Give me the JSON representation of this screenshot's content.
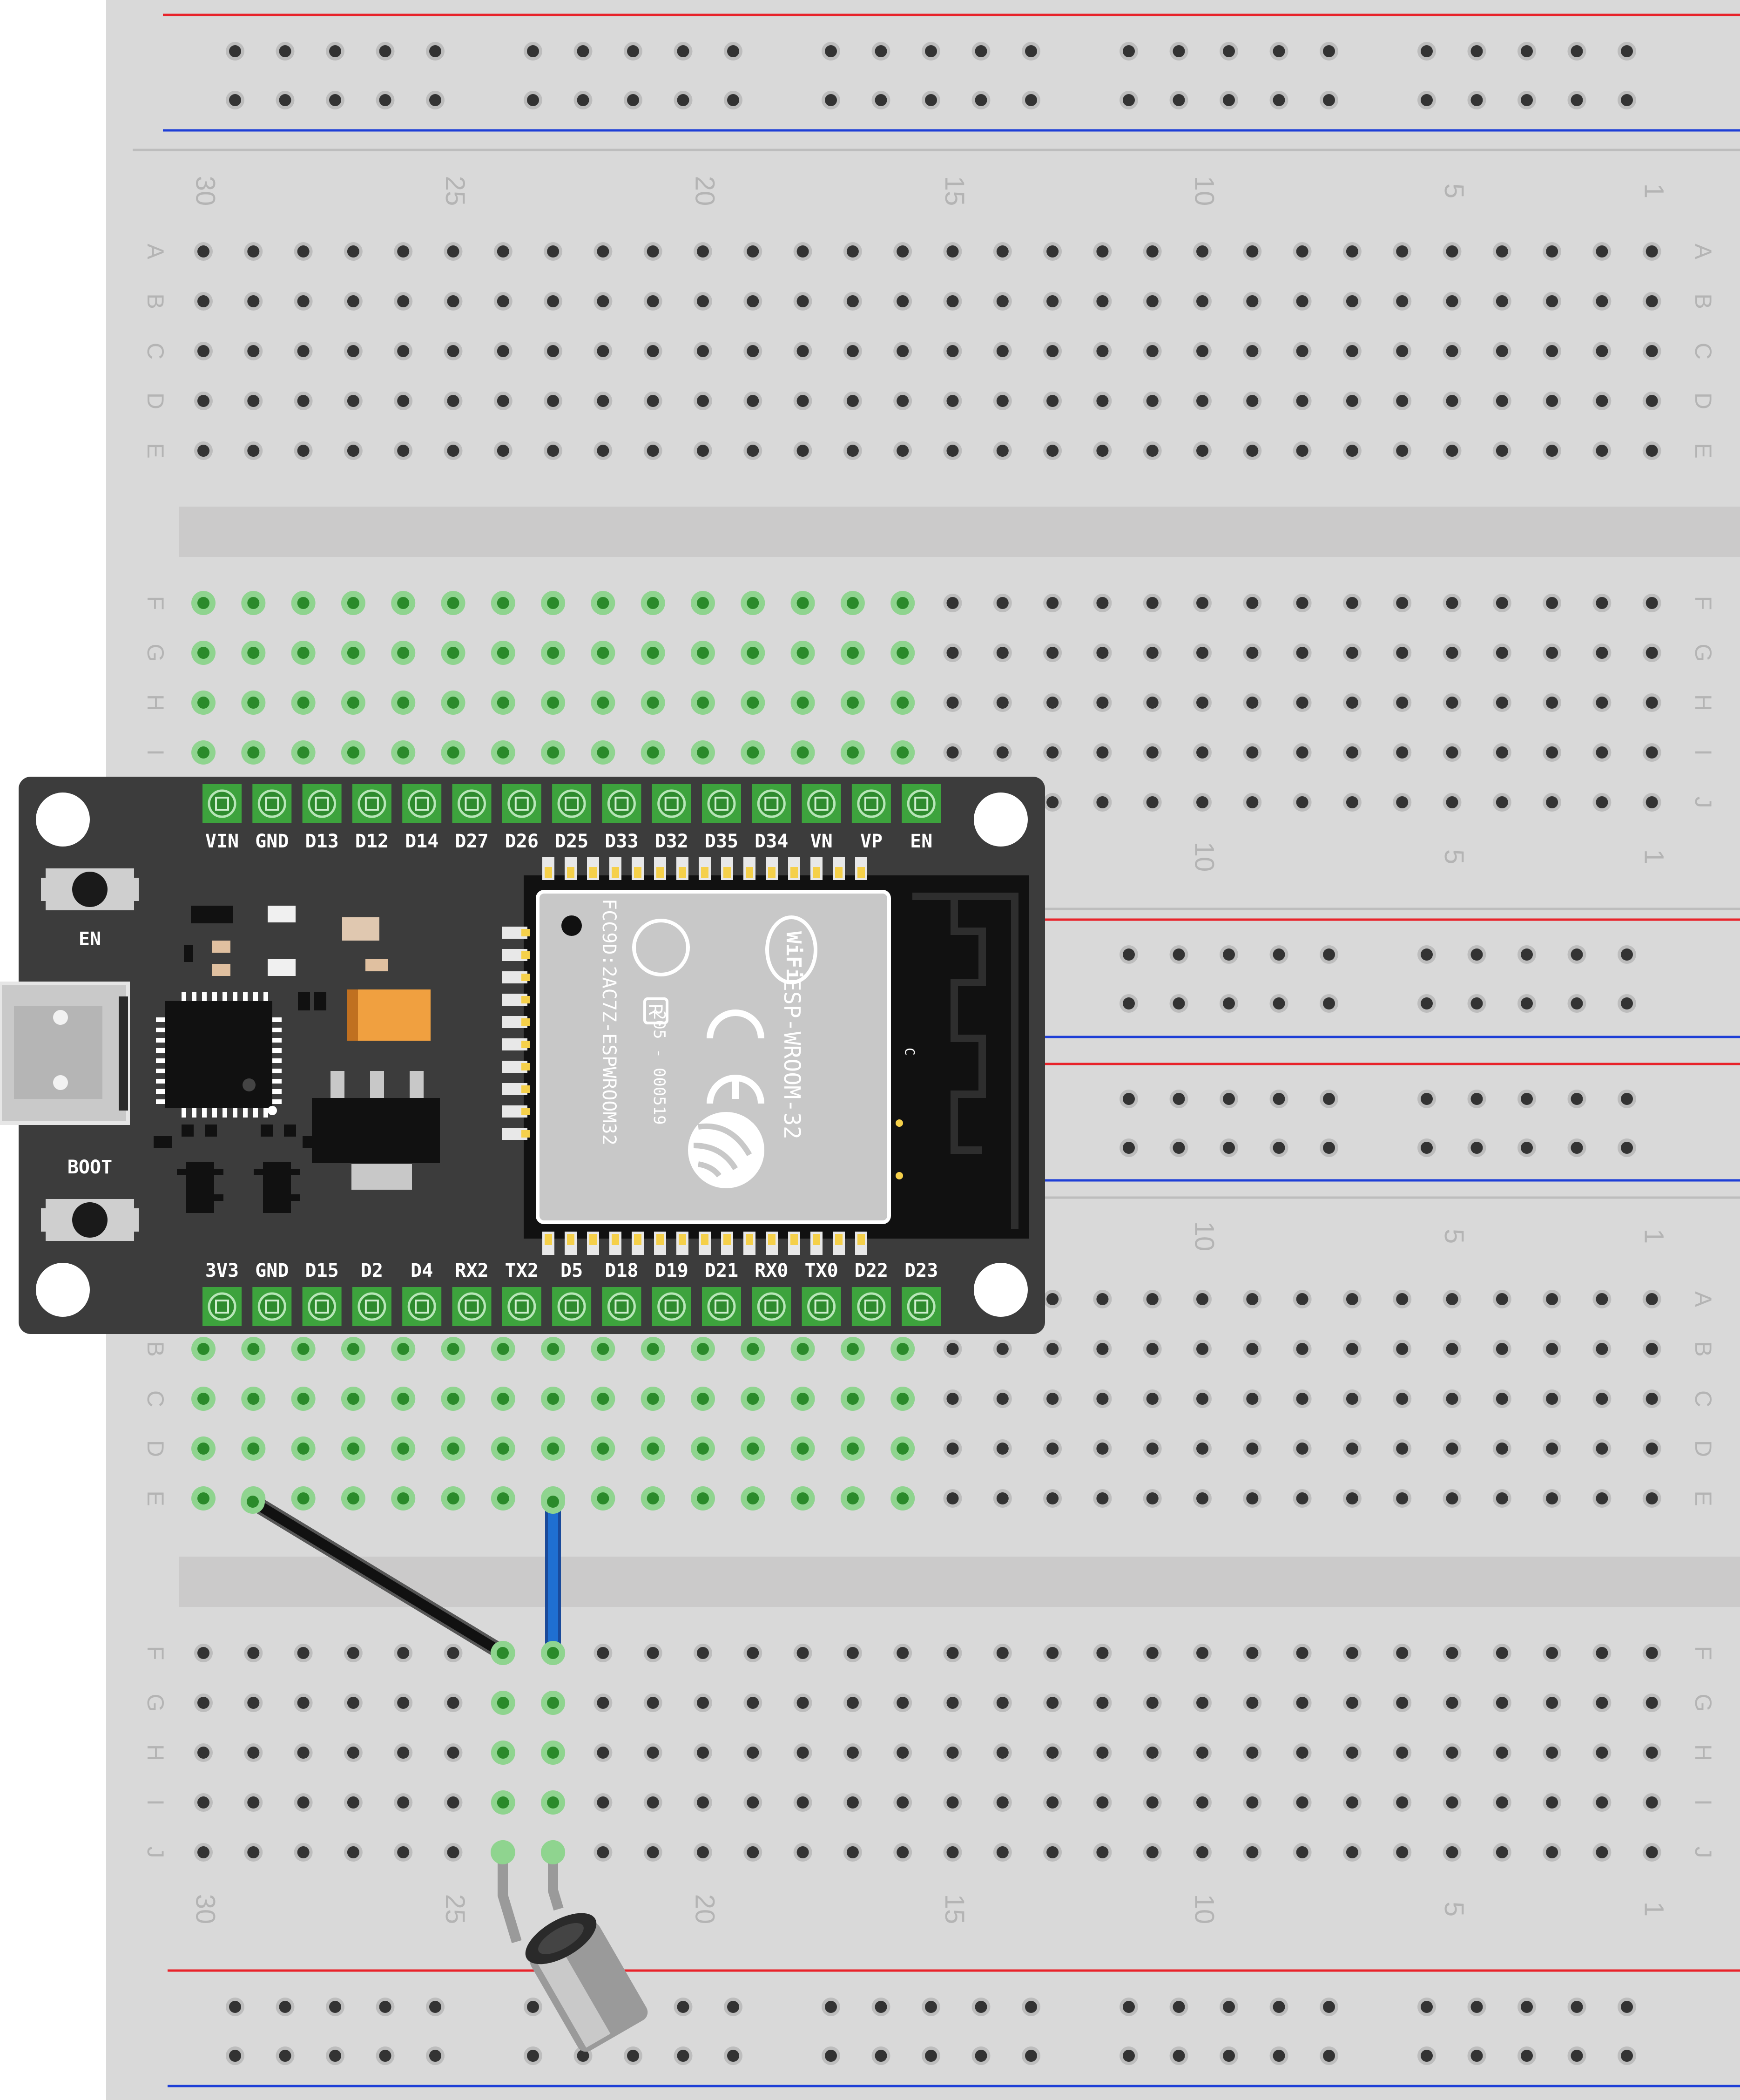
{
  "breadboard": {
    "row_letters_top": [
      "A",
      "B",
      "C",
      "D",
      "E"
    ],
    "row_letters_bottom": [
      "F",
      "G",
      "H",
      "I",
      "J"
    ],
    "column_numbers": [
      "30",
      "25",
      "20",
      "15",
      "10",
      "5",
      "1"
    ]
  },
  "esp32": {
    "top_pins": [
      "VIN",
      "GND",
      "D13",
      "D12",
      "D14",
      "D27",
      "D26",
      "D25",
      "D33",
      "D32",
      "D35",
      "D34",
      "VN",
      "VP",
      "EN"
    ],
    "bottom_pins": [
      "3V3",
      "GND",
      "D15",
      "D2",
      "D4",
      "RX2",
      "TX2",
      "D5",
      "D18",
      "D19",
      "D21",
      "RX0",
      "TX0",
      "D22",
      "D23"
    ],
    "button_en": "EN",
    "button_boot": "BOOT",
    "module_name": "ESP-WROOM-32",
    "module_fcc": "FCC9D:2AC7Z-ESPWROOM32",
    "module_cert": "205 - 000519",
    "wifi_logo": "WiFi",
    "antenna_mark": "C"
  },
  "colors": {
    "board_bg": "#d9d9d9",
    "strip": "#cbcaca",
    "hole": "#333333",
    "hole_active": "#47a447",
    "rail_red": "#e8232a",
    "rail_blue": "#1e3fd6",
    "pcb": "#3c3c3c",
    "module_shield": "#c8c8c8",
    "wire_gnd": "#111111",
    "wire_signal": "#1f6fd1",
    "header_green": "#3da33d"
  },
  "components": {
    "wire_black": "wire-gnd",
    "wire_blue": "wire-signal",
    "vibration_motor": "motor"
  }
}
